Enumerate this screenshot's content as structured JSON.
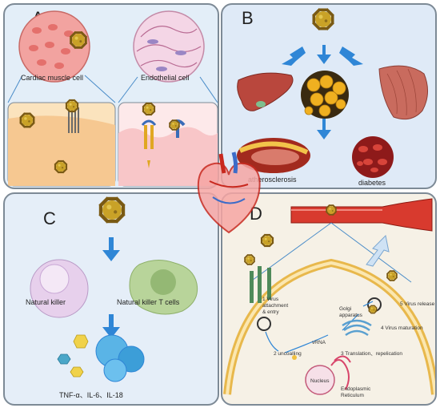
{
  "panels": {
    "a": {
      "letter": "A",
      "cardiac_label": "Cardiac muscle cell",
      "endothelial_label": "Endothelial cell"
    },
    "b": {
      "letter": "B",
      "atherosclerosis_label": "atherosclerosis",
      "diabetes_label": "diabetes"
    },
    "c": {
      "letter": "C",
      "nk_label": "Natural killer",
      "nkt_label": "Natural killer T cells",
      "cytokines_label": "TNF-α、IL-6、IL-18"
    },
    "d": {
      "letter": "D",
      "steps": {
        "attach_1": "1 Virus",
        "attach_2": "attachment",
        "attach_3": "& entry",
        "uncoating": "2 uncoalling",
        "translation": "3 Translation、repelication",
        "maturation": "4 Virus maturation",
        "release": "5 Virus release"
      },
      "organelles": {
        "golgi_1": "Golgi",
        "golgi_2": "apparatus",
        "nucleus": "Nucleus",
        "er_1": "Endoplasmic",
        "er_2": "Reticulum",
        "rna": "vRNA"
      }
    }
  },
  "colors": {
    "virus_body": "#c9a227",
    "virus_spike": "#7a5a14",
    "arrow_blue": "#2f86d6",
    "membrane": "#f3d27a",
    "vessel_red": "#c8281e"
  }
}
